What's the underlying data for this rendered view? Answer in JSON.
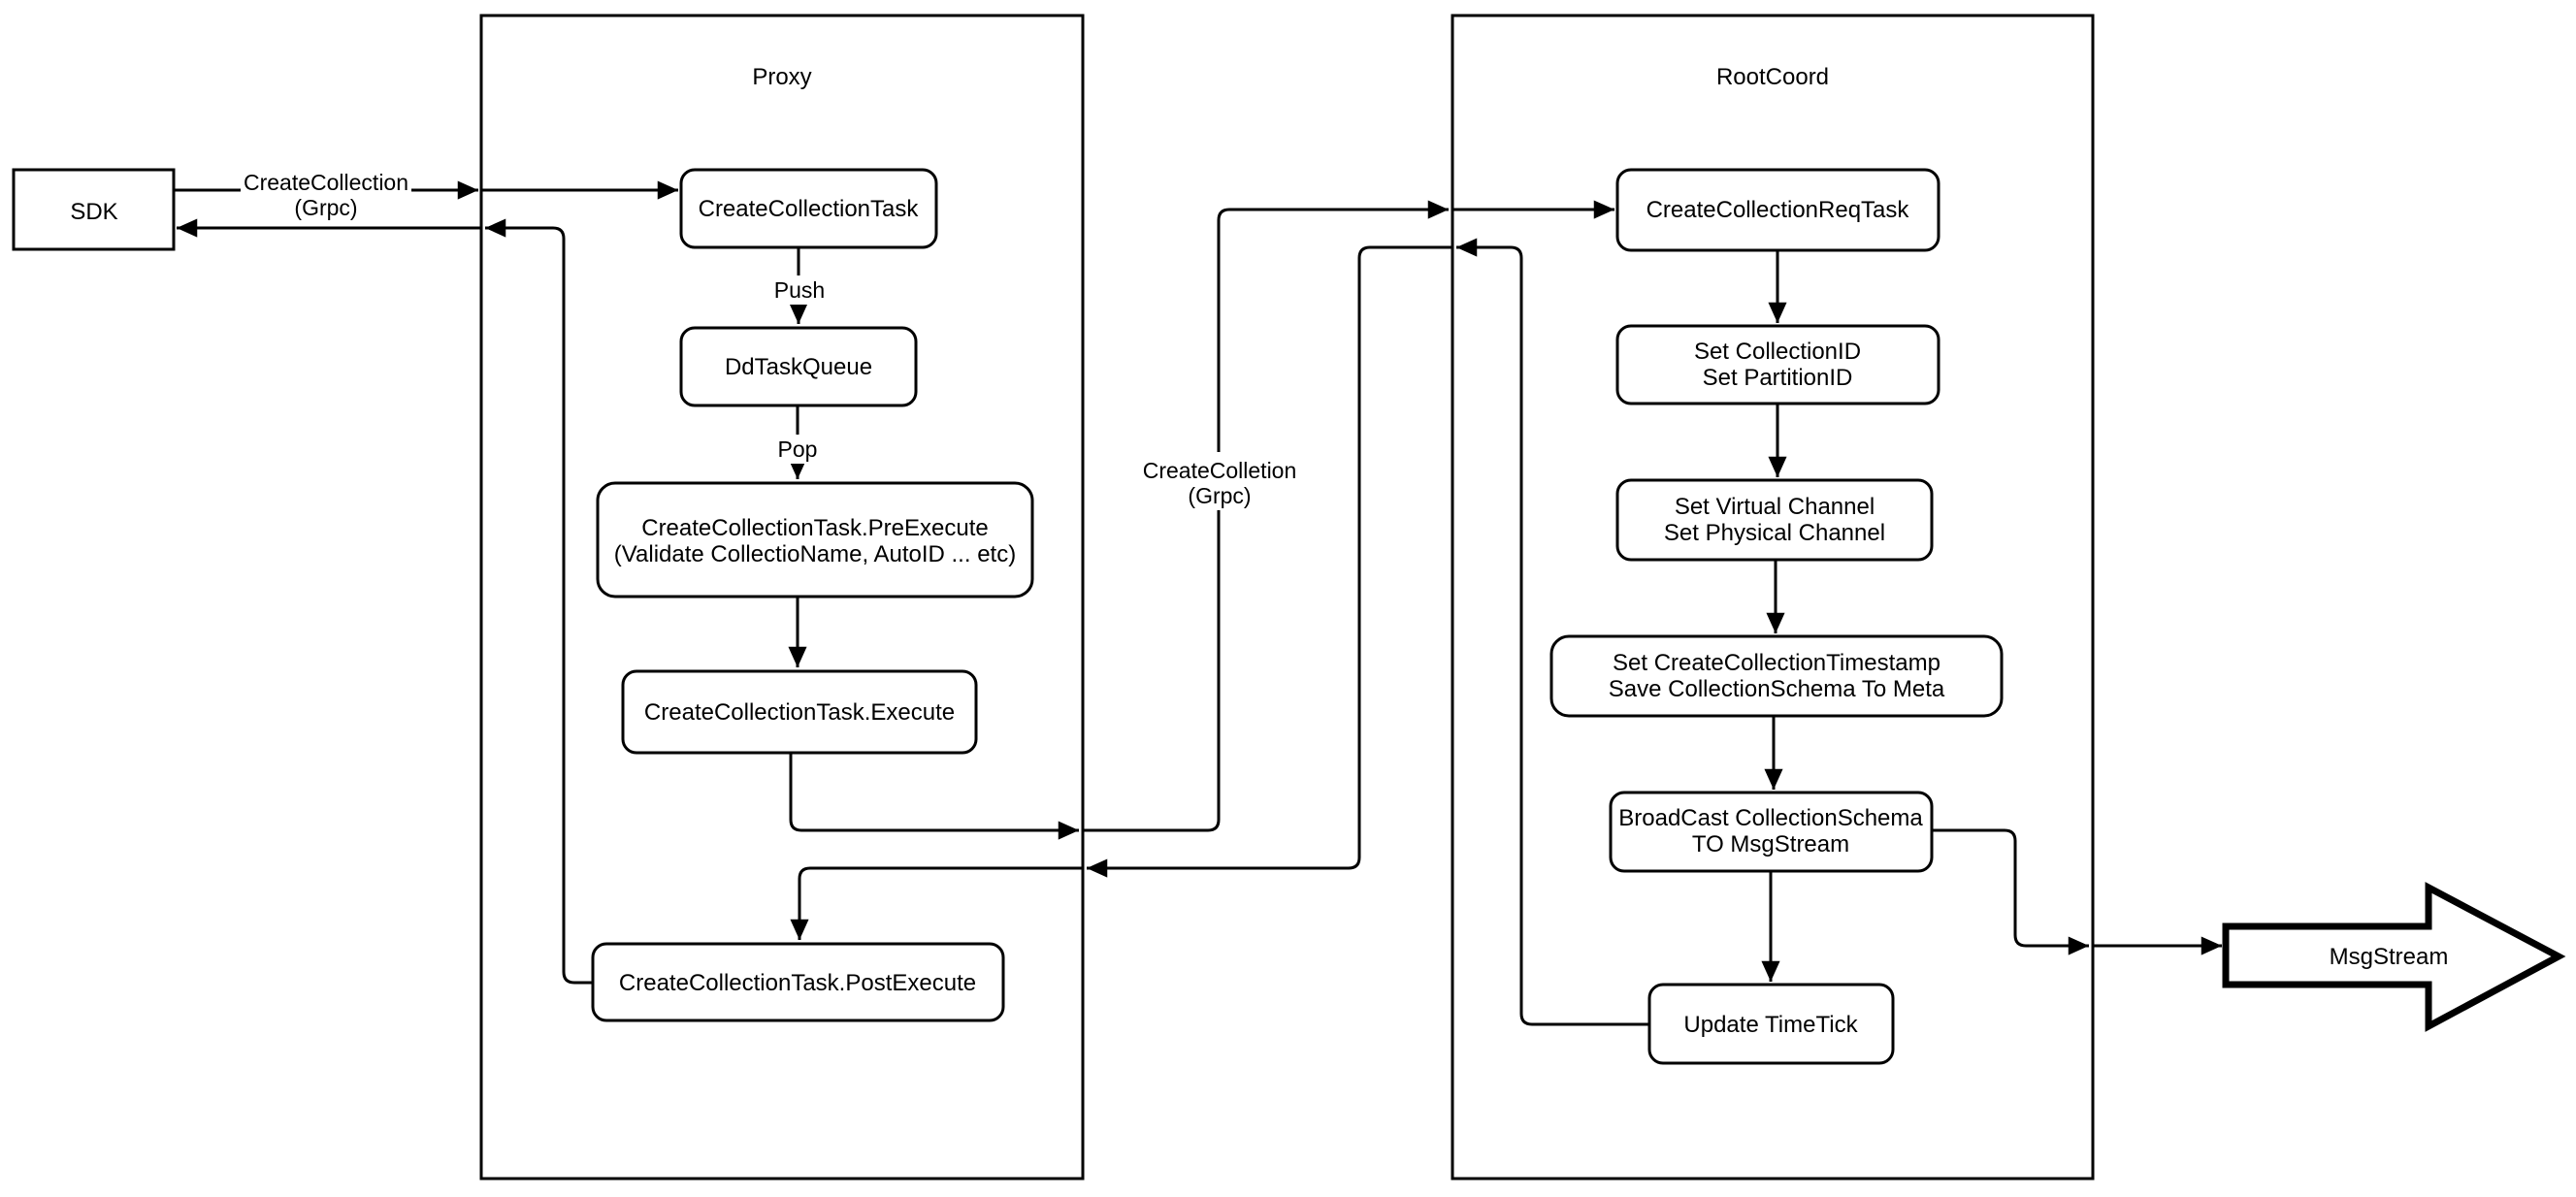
{
  "colors": {
    "line": "#000000",
    "background": "#ffffff"
  },
  "sdk": {
    "label": "SDK"
  },
  "proxy": {
    "title": "Proxy",
    "nodes": {
      "create_collection_task": "CreateCollectionTask",
      "dd_task_queue": "DdTaskQueue",
      "pre_execute_line1": "CreateCollectionTask.PreExecute",
      "pre_execute_line2": "(Validate CollectioName, AutoID ... etc)",
      "execute": "CreateCollectionTask.Execute",
      "post_execute": "CreateCollectionTask.PostExecute"
    }
  },
  "rootcoord": {
    "title": "RootCoord",
    "nodes": {
      "req_task": "CreateCollectionReqTask",
      "set_ids_line1": "Set CollectionID",
      "set_ids_line2": "Set PartitionID",
      "set_channels_line1": "Set Virtual Channel",
      "set_channels_line2": "Set Physical Channel",
      "set_timestamp_line1": "Set CreateCollectionTimestamp",
      "set_timestamp_line2": "Save CollectionSchema To Meta",
      "broadcast_line1": "BroadCast CollectionSchema",
      "broadcast_line2": "TO MsgStream",
      "update_timetick": "Update TimeTick"
    }
  },
  "msgstream": {
    "label": "MsgStream"
  },
  "edge_labels": {
    "sdk_grpc_line1": "CreateCollection",
    "sdk_grpc_line2": "(Grpc)",
    "push": "Push",
    "pop": "Pop",
    "mid_grpc_line1": "CreateColletion",
    "mid_grpc_line2": "(Grpc)"
  }
}
